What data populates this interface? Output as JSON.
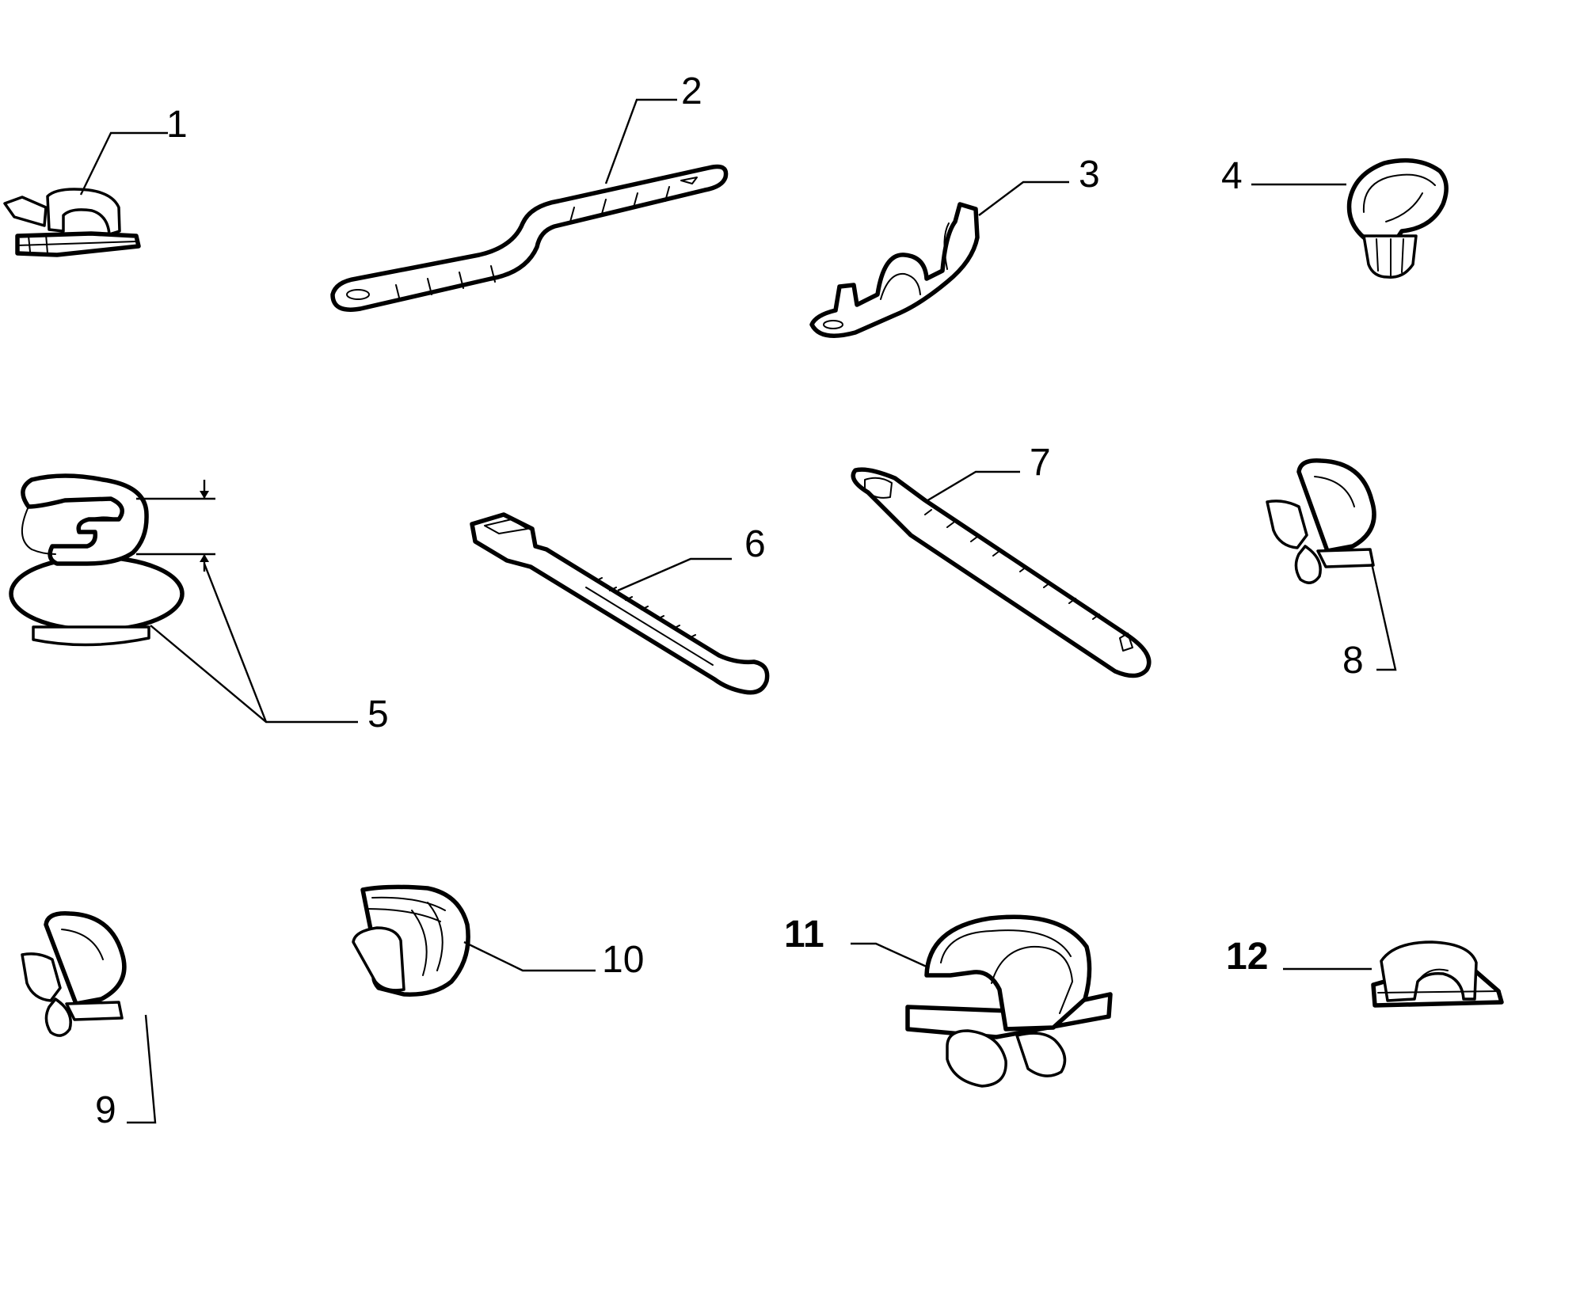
{
  "diagram": {
    "callouts": [
      {
        "id": "1",
        "label": "1"
      },
      {
        "id": "2",
        "label": "2"
      },
      {
        "id": "3",
        "label": "3"
      },
      {
        "id": "4",
        "label": "4"
      },
      {
        "id": "5",
        "label": "5"
      },
      {
        "id": "6",
        "label": "6"
      },
      {
        "id": "7",
        "label": "7"
      },
      {
        "id": "8",
        "label": "8"
      },
      {
        "id": "9",
        "label": "9"
      },
      {
        "id": "10",
        "label": "10"
      },
      {
        "id": "11",
        "label": "11"
      },
      {
        "id": "12",
        "label": "12"
      }
    ],
    "parts": [
      {
        "id": "1",
        "icon": "cable-clip-icon"
      },
      {
        "id": "2",
        "icon": "mounting-strap-icon"
      },
      {
        "id": "3",
        "icon": "double-pipe-bracket-icon"
      },
      {
        "id": "4",
        "icon": "push-in-hook-clip-icon"
      },
      {
        "id": "5",
        "icon": "round-base-clip-icon"
      },
      {
        "id": "6",
        "icon": "cable-tie-icon"
      },
      {
        "id": "7",
        "icon": "perforated-strap-icon"
      },
      {
        "id": "8",
        "icon": "spring-clip-icon"
      },
      {
        "id": "9",
        "icon": "spring-clip-icon"
      },
      {
        "id": "10",
        "icon": "cable-guide-clip-icon"
      },
      {
        "id": "11",
        "icon": "large-harness-clip-icon"
      },
      {
        "id": "12",
        "icon": "small-cable-clip-icon"
      }
    ]
  }
}
